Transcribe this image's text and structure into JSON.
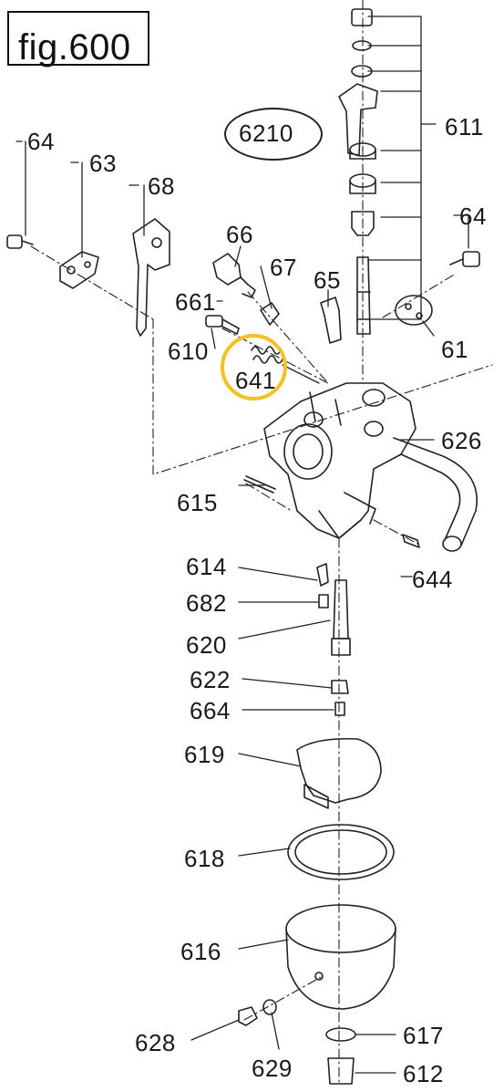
{
  "figure": {
    "title": "fig.600",
    "highlight_color": "#f5c023"
  },
  "part_numbers": {
    "p6210": "6210",
    "p64_left": "64",
    "p63": "63",
    "p68": "68",
    "p66": "66",
    "p67": "67",
    "p65": "65",
    "p611": "611",
    "p64_right": "64",
    "p61": "61",
    "p661": "661",
    "p610": "610",
    "p641": "641",
    "p626": "626",
    "p615": "615",
    "p644": "644",
    "p614": "614",
    "p682": "682",
    "p620": "620",
    "p622": "622",
    "p664": "664",
    "p619": "619",
    "p618": "618",
    "p616": "616",
    "p628": "628",
    "p629": "629",
    "p617": "617",
    "p612": "612"
  }
}
